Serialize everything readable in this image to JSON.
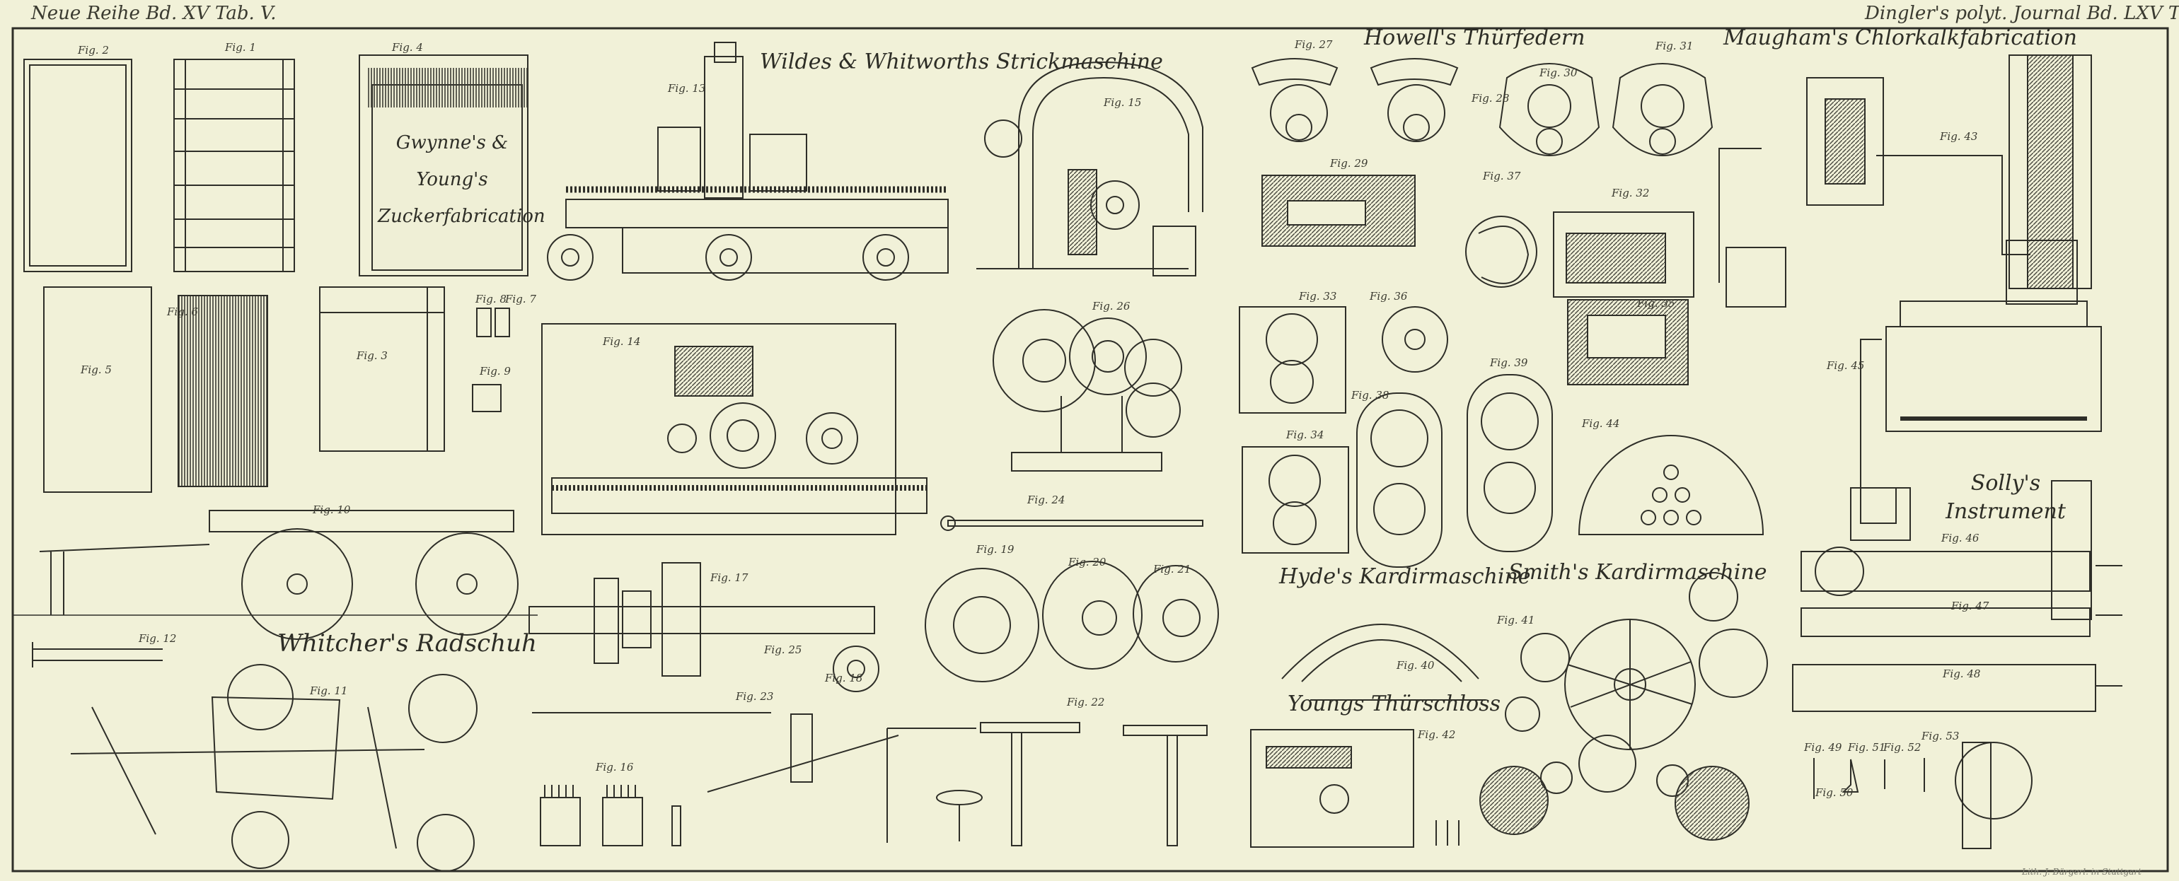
{
  "header": {
    "left": "Neue Reihe Bd. XV Tab. V.",
    "right": "Dingler's polyt. Journal Bd. LXV Tab. V."
  },
  "titles": {
    "wildes": "Wildes & Whitworths Strickmaschine",
    "howell": "Howell's Thürfedern",
    "maugham": "Maugham's Chlorkalkfabrication",
    "gwynne": "Gwynne's & Young's Zuckerfabrication",
    "whitcher": "Whitcher's Radschuh",
    "hyde": "Hyde's Kardirmaschine",
    "smith": "Smith's Kardirmaschine",
    "youngs": "Youngs Thürschloss",
    "solly": "Solly's Instrument"
  },
  "figures": [
    "Fig. 2",
    "Fig. 1",
    "Fig. 4",
    "Fig. 13",
    "Fig. 15",
    "Fig. 27",
    "Fig. 28",
    "Fig. 30",
    "Fig. 31",
    "Fig. 5",
    "Fig. 6",
    "Fig. 3",
    "Fig. 8",
    "Fig. 7",
    "Fig. 9",
    "Fig. 14",
    "Fig. 26",
    "Fig. 29",
    "Fig. 37",
    "Fig. 32",
    "Fig. 43",
    "Fig. 33",
    "Fig. 36",
    "Fig. 35",
    "Fig. 45",
    "Fig. 34",
    "Fig. 39",
    "Fig. 38",
    "Fig. 44",
    "Fig. 10",
    "Fig. 24",
    "Fig. 46",
    "Fig. 17",
    "Fig. 19",
    "Fig. 20",
    "Fig. 21",
    "Fig. 47",
    "Fig. 12",
    "Fig. 25",
    "Fig. 18",
    "Fig. 40",
    "Fig. 41",
    "Fig. 48",
    "Fig. 11",
    "Fig. 23",
    "Fig. 22",
    "Fig. 42",
    "Fig. 16",
    "Fig. 49",
    "Fig. 51",
    "Fig. 52",
    "Fig. 53",
    "Fig. 50"
  ],
  "imprint": "Lith. J. Bürgerl. in Stuttgart",
  "colors": {
    "paper": "#f1f1d8",
    "ink": "#2a2a24",
    "hatch": "#4a4a40"
  }
}
